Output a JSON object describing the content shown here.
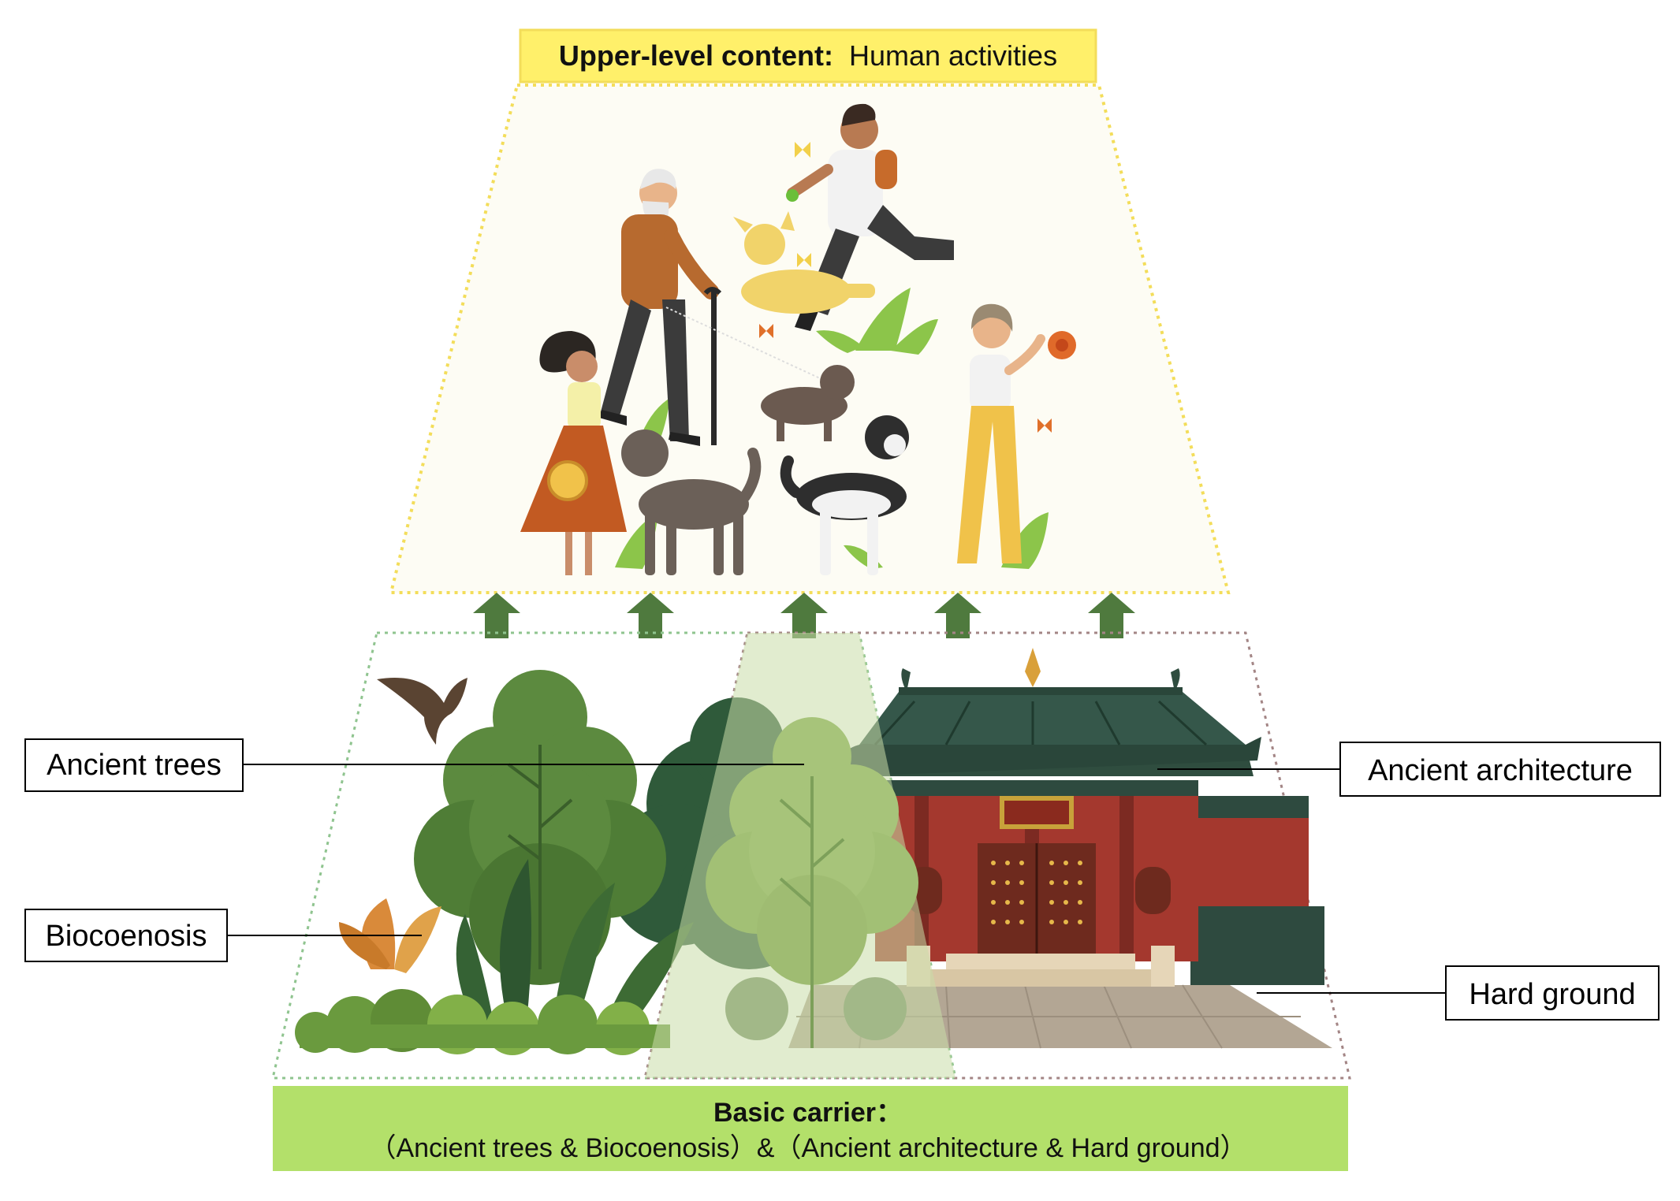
{
  "top_banner": {
    "bold": "Upper-level content:",
    "normal": "Human activities",
    "color": "#fff06a"
  },
  "bottom_banner": {
    "line1": "Basic carrier：",
    "line2": "（Ancient trees & Biocoenosis）&（Ancient architecture & Hard ground）",
    "color": "#b3e06a"
  },
  "labels": {
    "ancient_trees": "Ancient trees",
    "biocoenosis": "Biocoenosis",
    "ancient_architecture": "Ancient architecture",
    "hard_ground": "Hard ground"
  },
  "colors": {
    "arrow": "#4f7a3e",
    "top_frame": "#f3dd5a",
    "left_frame": "#8fc48f",
    "right_frame": "#a38585",
    "tree_dark": "#3d6b34",
    "tree_mid": "#5f8a3e",
    "wall_red": "#a4382e",
    "roof_green": "#2f4d3f"
  },
  "icons": [
    "human-activities-illustration",
    "ancient-trees-illustration",
    "ancient-architecture-illustration",
    "bird-icon",
    "leaf-icon",
    "arrow-up-icon"
  ]
}
